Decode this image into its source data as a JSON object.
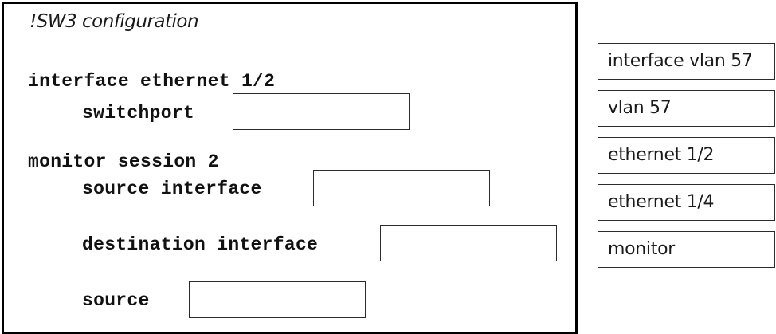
{
  "config": {
    "title": "!SW3 configuration",
    "lines": {
      "interface_ethernet": "interface ethernet 1/2",
      "switchport": "switchport",
      "monitor_session": "monitor session 2",
      "source_interface": "source interface",
      "destination_interface": "destination interface",
      "source": "source"
    }
  },
  "options": [
    "interface vlan 57",
    "vlan 57",
    "ethernet 1/2",
    "ethernet 1/4",
    "monitor"
  ]
}
